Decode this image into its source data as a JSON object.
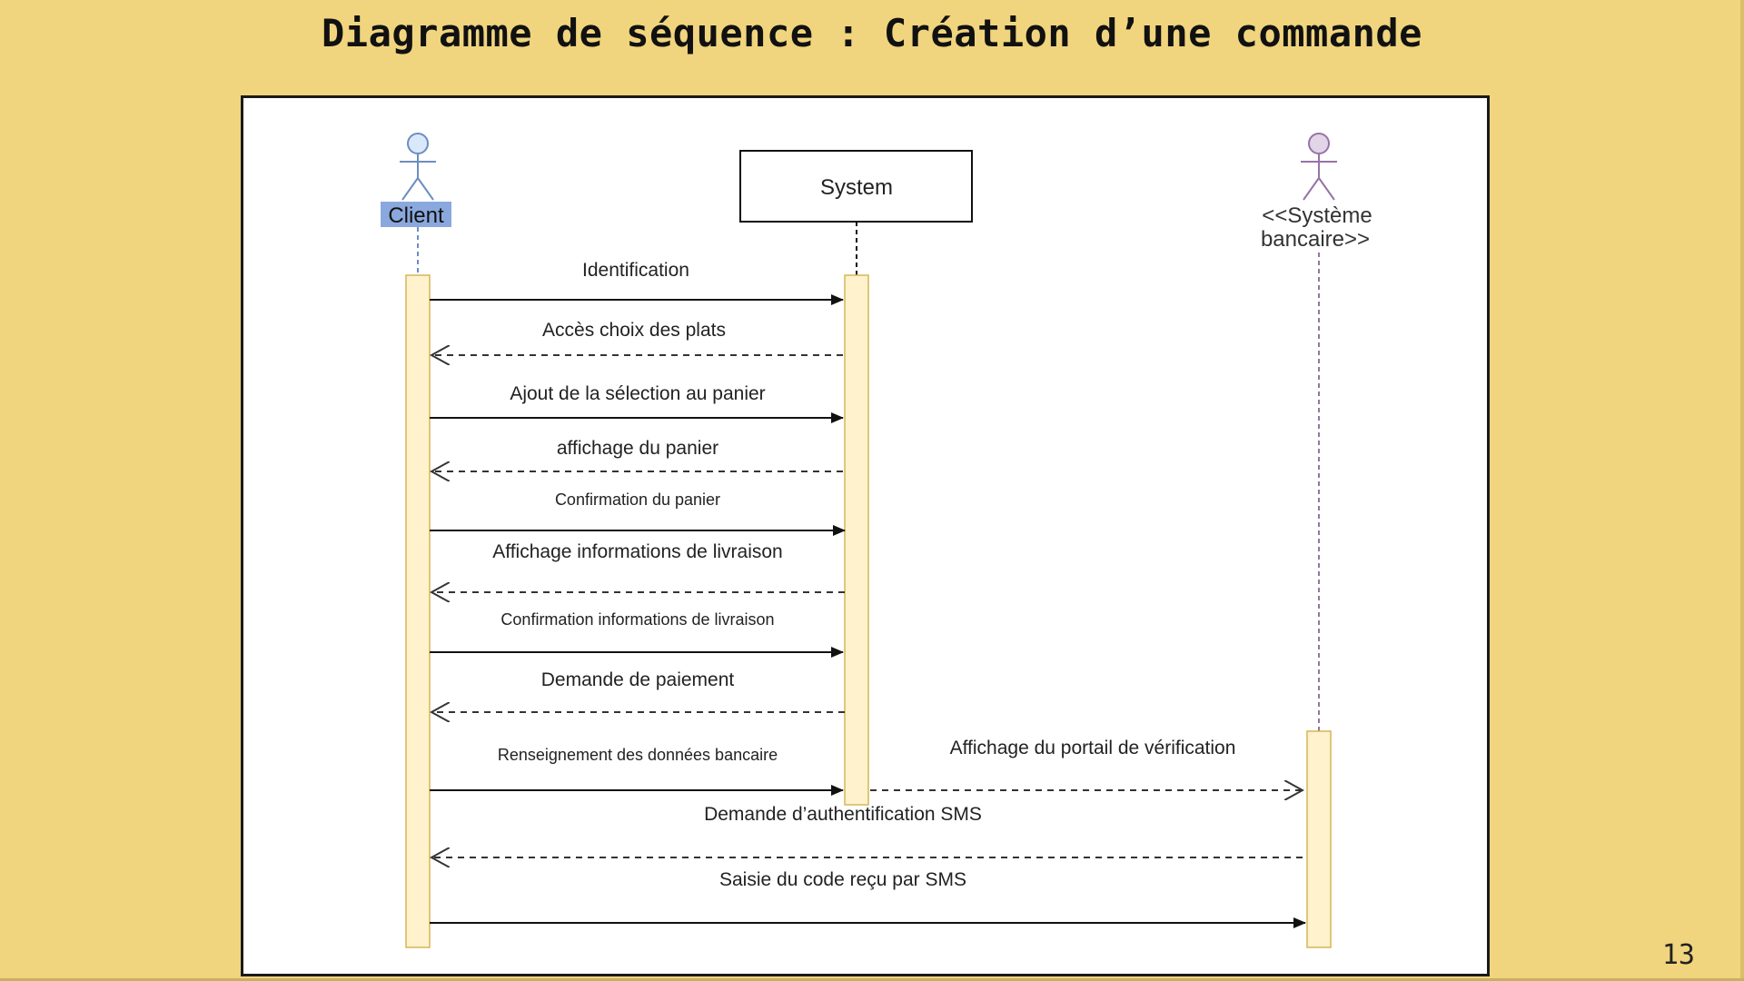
{
  "slide": {
    "title": "Diagramme de séquence : Création d’une commande",
    "page_number": "13"
  },
  "participants": {
    "client": "Client",
    "system": "System",
    "bank_line1": "<<Système",
    "bank_line2": "bancaire>>"
  },
  "messages": [
    {
      "label": "Identification",
      "from": "client",
      "to": "system",
      "kind": "sync"
    },
    {
      "label": "Accès choix des plats",
      "from": "system",
      "to": "client",
      "kind": "return"
    },
    {
      "label": "Ajout de la sélection au panier",
      "from": "client",
      "to": "system",
      "kind": "sync"
    },
    {
      "label": "affichage du panier",
      "from": "system",
      "to": "client",
      "kind": "return"
    },
    {
      "label": "Confirmation du panier",
      "from": "client",
      "to": "system",
      "kind": "sync"
    },
    {
      "label": "Affichage informations de livraison",
      "from": "system",
      "to": "client",
      "kind": "return"
    },
    {
      "label": "Confirmation informations de livraison",
      "from": "client",
      "to": "system",
      "kind": "sync"
    },
    {
      "label": "Demande de paiement",
      "from": "system",
      "to": "client",
      "kind": "return"
    },
    {
      "label": "Renseignement des données bancaire",
      "from": "client",
      "to": "system",
      "kind": "sync"
    },
    {
      "label": "Affichage du portail de vérification",
      "from": "system",
      "to": "bank",
      "kind": "return"
    },
    {
      "label": "Demande d’authentification SMS",
      "from": "bank",
      "to": "client",
      "kind": "return"
    },
    {
      "label": "Saisie du code reçu par SMS",
      "from": "client",
      "to": "bank",
      "kind": "sync"
    }
  ],
  "colors": {
    "background": "#f0d57e",
    "activation_fill": "#fff2cc",
    "activation_stroke": "#d6b656",
    "client_actor": "#6c8ebf",
    "client_actor_fill": "#dae8fc",
    "bank_actor": "#9673a6",
    "bank_actor_fill": "#e1d5e7",
    "client_highlight": "#8aa8dd"
  }
}
